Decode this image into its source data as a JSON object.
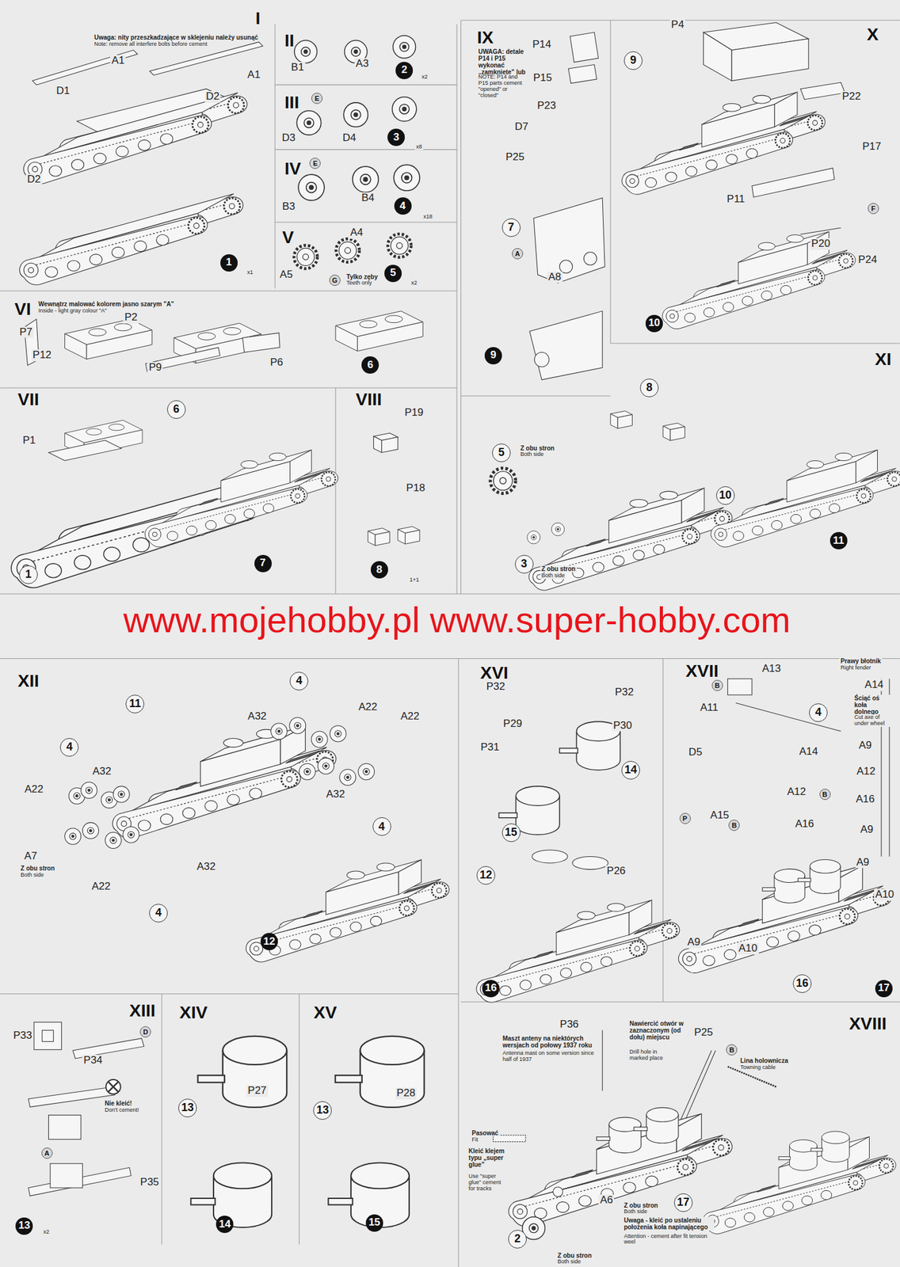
{
  "diagram": {
    "nodes": [
      {
        "text": [
          "I"
        ]
      },
      {
        "text": [
          "II"
        ]
      },
      {
        "text": [
          "III"
        ]
      },
      {
        "text": [
          "IV"
        ]
      },
      {
        "text": [
          "V"
        ]
      },
      {
        "text": [
          "VI"
        ]
      },
      {
        "text": [
          "VII"
        ]
      },
      {
        "text": [
          "VIII"
        ]
      },
      {
        "text": [
          "IX"
        ]
      },
      {
        "text": [
          "X"
        ]
      },
      {
        "text": [
          "XI"
        ]
      },
      {
        "text": [
          "XII"
        ]
      },
      {
        "text": [
          "XIII"
        ]
      },
      {
        "text": [
          "XIV"
        ]
      },
      {
        "text": [
          "XV"
        ]
      },
      {
        "text": [
          "XVI"
        ]
      },
      {
        "text": [
          "XVII"
        ]
      },
      {
        "text": [
          "XVIII"
        ]
      }
    ],
    "labels": [
      "Uwaga: nity przeszkadzające w sklejeniu należy usunąć",
      "Note: remove all interfere bolts before cement",
      "A1",
      "A1",
      "D1",
      "D2",
      "D2",
      "1",
      "x1",
      "B1",
      "A3",
      "2",
      "x2",
      "E",
      "D3",
      "D4",
      "3",
      "x8",
      "E",
      "B4",
      "B3",
      "4",
      "x18",
      "A4",
      "A5",
      "G",
      "Tylko zęby",
      "Teeth only",
      "5",
      "x2",
      "Wewnątrz malować kolorem jasno szarym \"A\"",
      "Inside - light gray colour \"A\"",
      "P2",
      "P7",
      "P12",
      "P9",
      "P6",
      "6",
      "6",
      "P1",
      "1",
      "7",
      "P19",
      "P18",
      "8",
      "1+1",
      "UWAGA: detale P14 i P15 wykonać „zamknięte” lub „otwarte”",
      "NOTE: P14 and P15 parts cement \"opened\" or \"closed\"",
      "P14",
      "P15",
      "P23",
      "D7",
      "P25",
      "7",
      "A",
      "A8",
      "9",
      "P4",
      "9",
      "P22",
      "P17",
      "F",
      "P11",
      "P20",
      "P24",
      "10",
      "8",
      "5",
      "Z obu stron",
      "Both side",
      "10",
      "3",
      "Z obu stron",
      "Both side",
      "11",
      "www.mojehobby.pl www.super-hobby.com",
      "11",
      "4",
      "A22",
      "A22",
      "A32",
      "4",
      "A32",
      "A32",
      "4",
      "A22",
      "A7",
      "Z obu stron",
      "Both side",
      "A22",
      "A32",
      "4",
      "12",
      "P33",
      "D",
      "P34",
      "Nie kleić!",
      "Don't cement!",
      "P35",
      "A",
      "13",
      "x2",
      "P27",
      "13",
      "14",
      "P28",
      "13",
      "15",
      "P32",
      "P32",
      "P29",
      "P30",
      "P31",
      "14",
      "15",
      "12",
      "P26",
      "16",
      "Prawy błotnik",
      "Right fender",
      "A13",
      "B",
      "A14",
      "A11",
      "Ściąć oś koła dolnego",
      "Cut axe of under wheel",
      "4",
      "A9",
      "D5",
      "A14",
      "A12",
      "A12",
      "B",
      "A16",
      "A15",
      "P",
      "B",
      "A16",
      "A9",
      "A9",
      "A10",
      "A9",
      "A10",
      "16",
      "17",
      "P36",
      "Maszt anteny na niektórych wersjach od połowy 1937 roku",
      "Antenna mast on some version since half of 1937",
      "Nawiercić otwór w zaznaczonym (od dołu) miejscu",
      "Drill hole in marked place",
      "P25",
      "B",
      "Lina holownicza",
      "Towning cable",
      "Pasować",
      "Fit",
      "Kleić klejem typu „super glue”",
      "Use \"super glue\" cement for tracks",
      "A6",
      "Z obu stron",
      "Both side",
      "Uwaga - kleić po ustaleniu położenia koła napinającego",
      "Attention - cement after fit tension weel",
      "2",
      "Z obu stron",
      "Both side",
      "17"
    ]
  }
}
